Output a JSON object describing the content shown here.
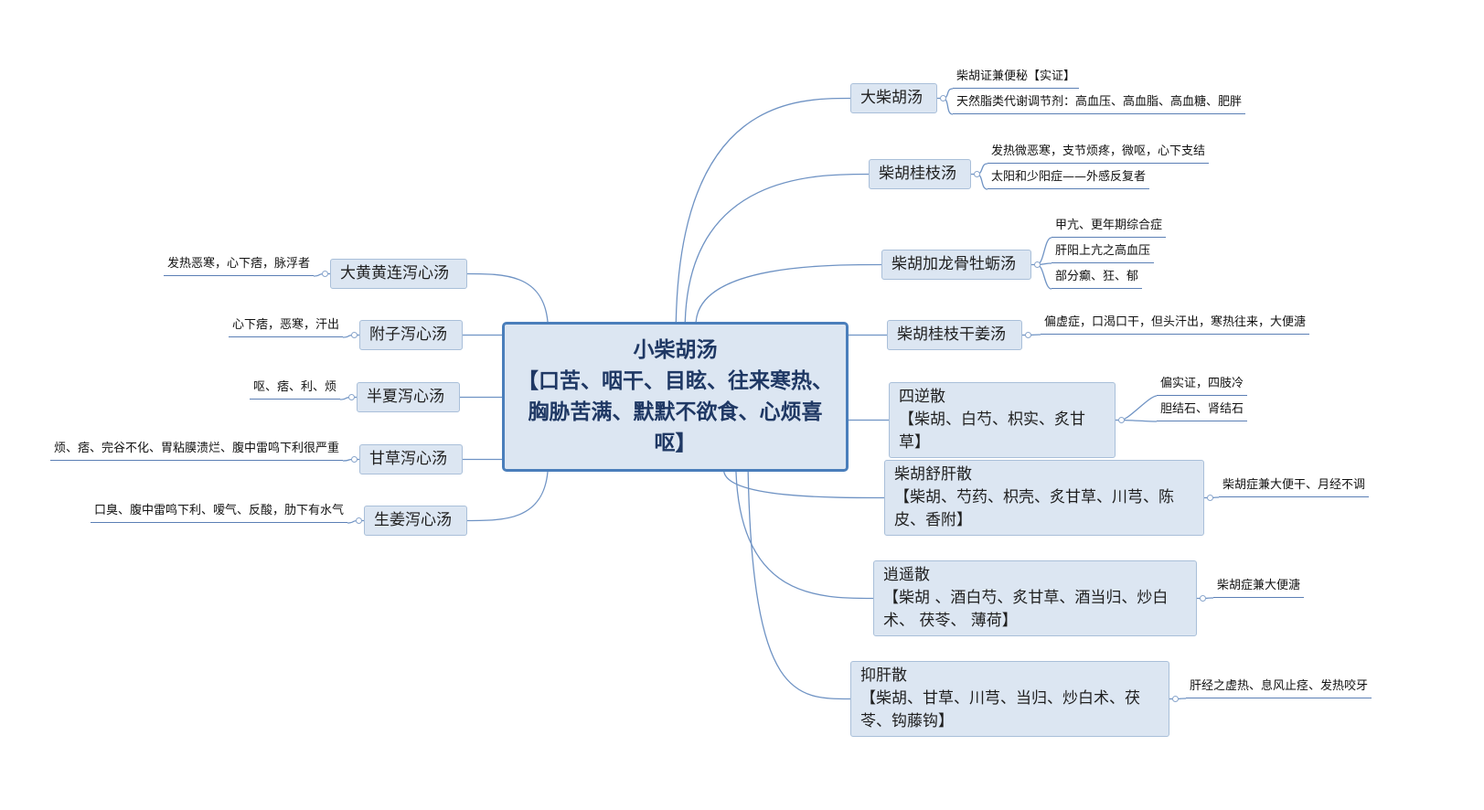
{
  "center": {
    "title": "小柴胡汤",
    "subtitle": "【口苦、咽干、目眩、往来寒热、胸胁苦满、默默不欲食、心烦喜呕】"
  },
  "right_branches": [
    {
      "title": "大柴胡汤",
      "leaves": [
        "柴胡证兼便秘【实证】",
        "天然脂类代谢调节剂：高血压、高血脂、高血糖、肥胖"
      ]
    },
    {
      "title": "柴胡桂枝汤",
      "leaves": [
        "发热微恶寒，支节烦疼，微呕，心下支结",
        "太阳和少阳症——外感反复者"
      ]
    },
    {
      "title": "柴胡加龙骨牡蛎汤",
      "leaves": [
        "甲亢、更年期综合症",
        "肝阳上亢之高血压",
        "部分癫、狂、郁"
      ]
    },
    {
      "title": "柴胡桂枝干姜汤",
      "leaves": [
        "偏虚症，口渴口干，但头汗出，寒热往来，大便溏"
      ]
    },
    {
      "title": "四逆散",
      "detail": "【柴胡、白芍、枳实、炙甘草】",
      "leaves": [
        "偏实证，四肢冷",
        "胆结石、肾结石"
      ]
    },
    {
      "title": "柴胡舒肝散",
      "detail": "【柴胡、芍药、枳壳、炙甘草、川芎、陈皮、香附】",
      "leaves": [
        "柴胡症兼大便干、月经不调"
      ]
    },
    {
      "title": "逍遥散",
      "detail": "【柴胡 、酒白芍、炙甘草、酒当归、炒白术、 茯苓、 薄荷】",
      "leaves": [
        "柴胡症兼大便溏"
      ]
    },
    {
      "title": "抑肝散",
      "detail": "【柴胡、甘草、川芎、当归、炒白术、茯苓、钩藤钩】",
      "leaves": [
        "肝经之虚热、息风止痉、发热咬牙"
      ]
    }
  ],
  "left_branches": [
    {
      "title": "大黄黄连泻心汤",
      "leaves": [
        "发热恶寒，心下痞，脉浮者"
      ]
    },
    {
      "title": "附子泻心汤",
      "leaves": [
        "心下痞，恶寒，汗出"
      ]
    },
    {
      "title": "半夏泻心汤",
      "leaves": [
        "呕、痞、利、烦"
      ]
    },
    {
      "title": "甘草泻心汤",
      "leaves": [
        "烦、痞、完谷不化、胃粘膜溃烂、腹中雷鸣下利很严重"
      ]
    },
    {
      "title": "生姜泻心汤",
      "leaves": [
        "口臭、腹中雷鸣下利、嗳气、反酸，肋下有水气"
      ]
    }
  ],
  "colors": {
    "node_fill": "#dce6f2",
    "node_border": "#a9bfd9",
    "center_border": "#4a7ebb",
    "connector": "#6f93c4",
    "leaf_line": "#5b7fb5"
  }
}
